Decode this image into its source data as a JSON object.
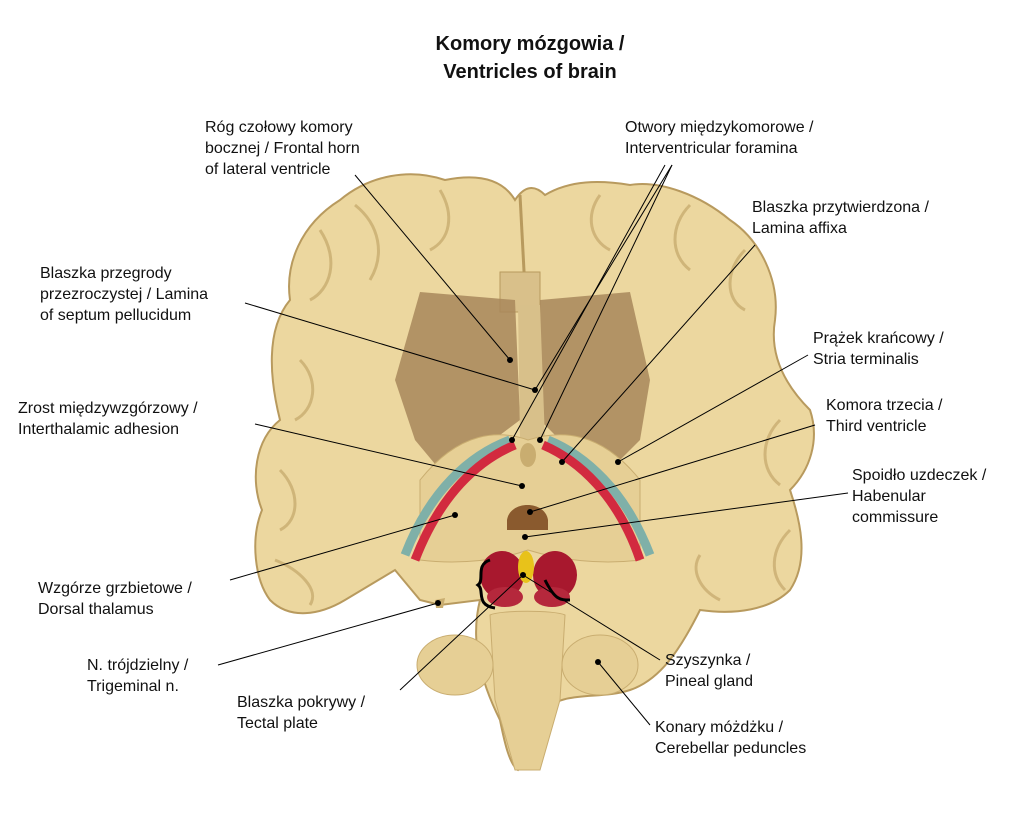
{
  "title": {
    "line1": "Komory mózgowia /",
    "line2": "Ventricles of brain"
  },
  "labels": {
    "frontal_horn": [
      "Róg czołowy komory",
      "bocznej / Frontal horn",
      "of lateral ventricle"
    ],
    "foramina": [
      "Otwory międzykomorowe /",
      "Interventricular foramina"
    ],
    "lamina_affixa": [
      "Blaszka przytwierdzona /",
      "Lamina affixa"
    ],
    "septum": [
      "Blaszka przegrody",
      "przezroczystej / Lamina",
      "of septum pellucidum"
    ],
    "stria": [
      "Prążek krańcowy /",
      "Stria terminalis"
    ],
    "adhesion": [
      "Zrost międzywzgórzowy /",
      "Interthalamic adhesion"
    ],
    "third_ventricle": [
      "Komora trzecia /",
      "Third ventricle"
    ],
    "habenular": [
      "Spoidło uzdeczek /",
      "Habenular",
      "commissure"
    ],
    "thalamus": [
      "Wzgórze grzbietowe /",
      "Dorsal thalamus"
    ],
    "trigeminal": [
      "N. trójdzielny /",
      "Trigeminal n."
    ],
    "tectal": [
      "Blaszka pokrywy /",
      "Tectal plate"
    ],
    "pineal": [
      "Szyszynka /",
      "Pineal gland"
    ],
    "peduncles": [
      "Konary móżdżku /",
      "Cerebellar peduncles"
    ]
  },
  "colors": {
    "brain": "#ecd79f",
    "brain_shadow": "#cdb57a",
    "ventricle": "#a8875a",
    "stria_red": "#d22a3f",
    "lamina_teal": "#7fb0a8",
    "tectal_red": "#a8182e",
    "pineal_yellow": "#e8c21a",
    "adhesion_brown": "#8a5a2e"
  }
}
